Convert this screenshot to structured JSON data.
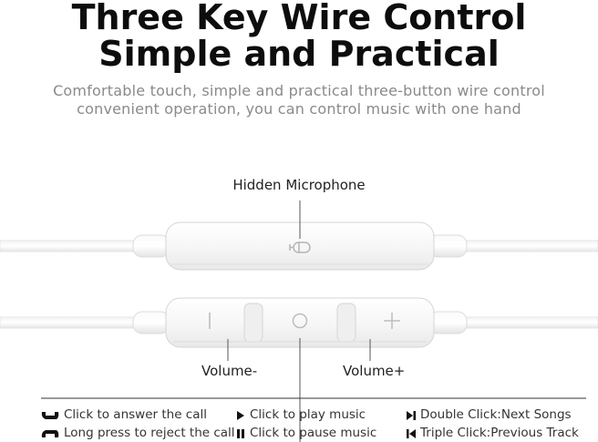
{
  "header": {
    "title_line1": "Three Key Wire Control",
    "title_line2": "Simple and Practical",
    "subtitle_line1": "Comfortable touch, simple and practical three-button wire control",
    "subtitle_line2": "convenient operation, you can control music with one hand"
  },
  "labels": {
    "microphone": "Hidden Microphone",
    "volume_minus": "Volume-",
    "volume_plus": "Volume+"
  },
  "instructions": {
    "call": [
      {
        "icon": "phone-answer-icon",
        "text": "Click to answer the call"
      },
      {
        "icon": "phone-hangup-icon",
        "text": "Long press to reject the call"
      }
    ],
    "music": [
      {
        "icon": "play-icon",
        "text": "Click to play music"
      },
      {
        "icon": "pause-icon",
        "text": "Click to pause music"
      }
    ],
    "tracks": [
      {
        "icon": "next-track-icon",
        "text": "Double Click:Next Songs"
      },
      {
        "icon": "previous-track-icon",
        "text": "Triple Click:Previous Track"
      }
    ]
  },
  "colors": {
    "title": "#0d0d0d",
    "subtitle": "#8a8a8a",
    "remote_body": "#f7f7f7",
    "remote_stroke": "#d8d8d8",
    "cable": "#efefef"
  }
}
